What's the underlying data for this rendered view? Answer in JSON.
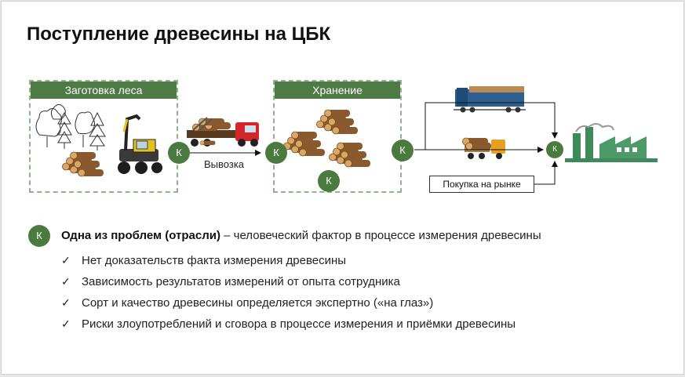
{
  "title": "Поступление древесины на ЦБК",
  "diagram": {
    "harvest_box": "Заготовка леса",
    "storage_box": "Хранение",
    "transport_label": "Вывозка",
    "market_label": "Покупка на рынке",
    "k_marker": "К"
  },
  "problem": {
    "marker": "К",
    "heading": "Одна из проблем (отрасли)",
    "text": " – человеческий фактор в процессе измерения древесины"
  },
  "bullets": [
    "Нет доказательств факта измерения древесины",
    "Зависимость результатов измерений от опыта сотрудника",
    "Сорт и качество древесины определяется экспертно («на глаз»)",
    "Риски злоупотреблений и сговора в процессе измерения и приёмки древесины"
  ],
  "colors": {
    "green": "#4b7a40",
    "header_green": "#4e7a45",
    "dashed": "#8fb48c"
  }
}
